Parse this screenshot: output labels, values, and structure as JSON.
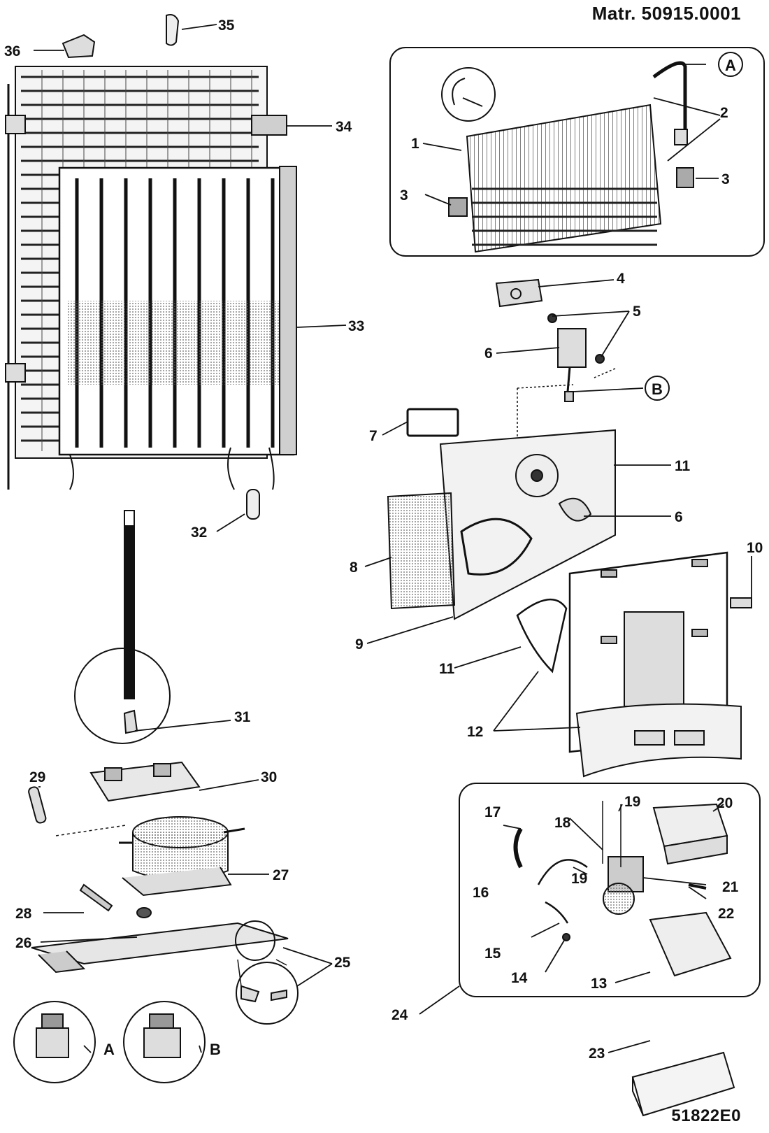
{
  "header": {
    "material": "Matr. 50915.0001"
  },
  "footer": {
    "drawing_code": "51822E0"
  },
  "callouts": {
    "n1": "1",
    "n2": "2",
    "n3a": "3",
    "n3b": "3",
    "n4": "4",
    "n5": "5",
    "n6a": "6",
    "n6b": "6",
    "n7": "7",
    "n8": "8",
    "n9": "9",
    "n10": "10",
    "n11a": "11",
    "n11b": "11",
    "n12": "12",
    "n13": "13",
    "n14": "14",
    "n15": "15",
    "n16": "16",
    "n17": "17",
    "n18": "18",
    "n19a": "19",
    "n19b": "19",
    "n20": "20",
    "n21": "21",
    "n22": "22",
    "n23": "23",
    "n24": "24",
    "n25": "25",
    "n26": "26",
    "n27": "27",
    "n28": "28",
    "n29": "29",
    "n30": "30",
    "n31": "31",
    "n32": "32",
    "n33": "33",
    "n34": "34",
    "n35": "35",
    "n36": "36"
  },
  "markers": {
    "a_circle": "A",
    "b_circle": "B",
    "a_detail": "A",
    "b_detail": "B"
  },
  "colors": {
    "line": "#111111",
    "shade": "#bdbdbd",
    "light": "#e6e6e6"
  }
}
